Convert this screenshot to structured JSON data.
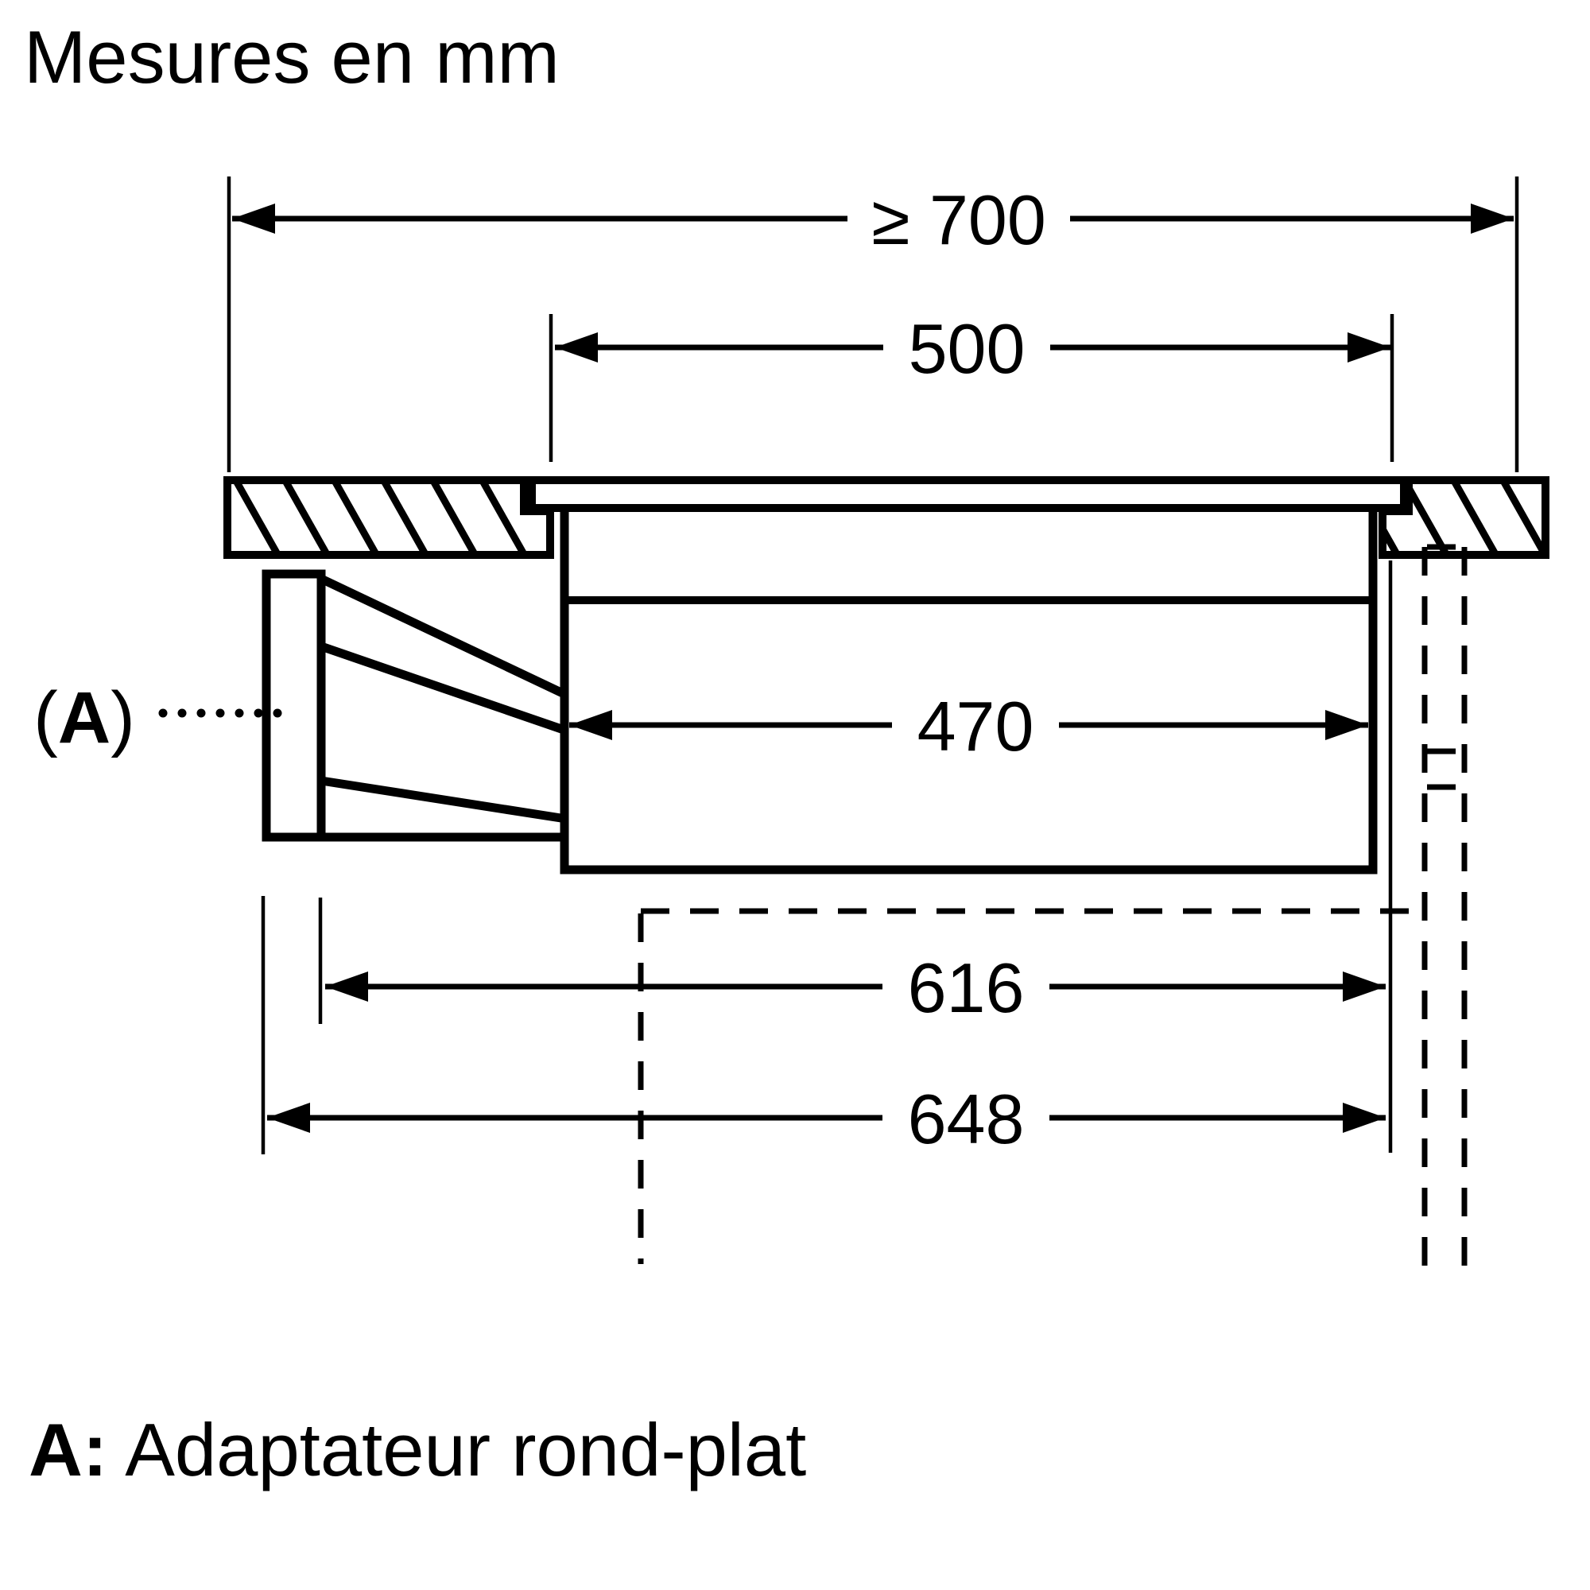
{
  "title": "Mesures en mm",
  "dimensions": {
    "worktop_min_width": "≥ 700",
    "cutout_width": "500",
    "housing_width": "470",
    "adapter_clearance_width": "616",
    "overall_width": "648"
  },
  "callout": {
    "open": "(",
    "letter": "A",
    "close": ")"
  },
  "legend": {
    "key": "A:",
    "text": "Adaptateur rond-plat"
  },
  "colors": {
    "ink": "#000000",
    "paper": "#ffffff"
  }
}
